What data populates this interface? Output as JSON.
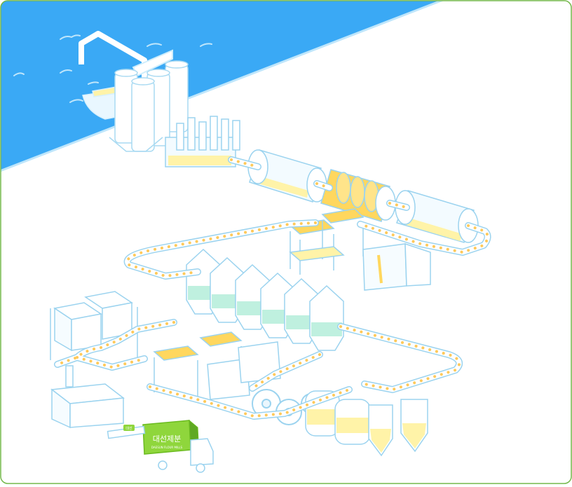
{
  "diagram": {
    "truck_sign": "대선제분",
    "truck_sign_small": "DAESUN FLOUR MILLS",
    "small_truck_label": "대선"
  },
  "colors": {
    "sea": "#3aa9f5",
    "outline": "#9bd3ef",
    "fill": "#eaf6fd",
    "conveyor_dot": "#ffc95a",
    "grain": "#fff3a8",
    "grain_dark": "#ffd75e",
    "mint": "#bff0df",
    "truck_green": "#8fd63c",
    "frame_border": "#74b84a"
  }
}
